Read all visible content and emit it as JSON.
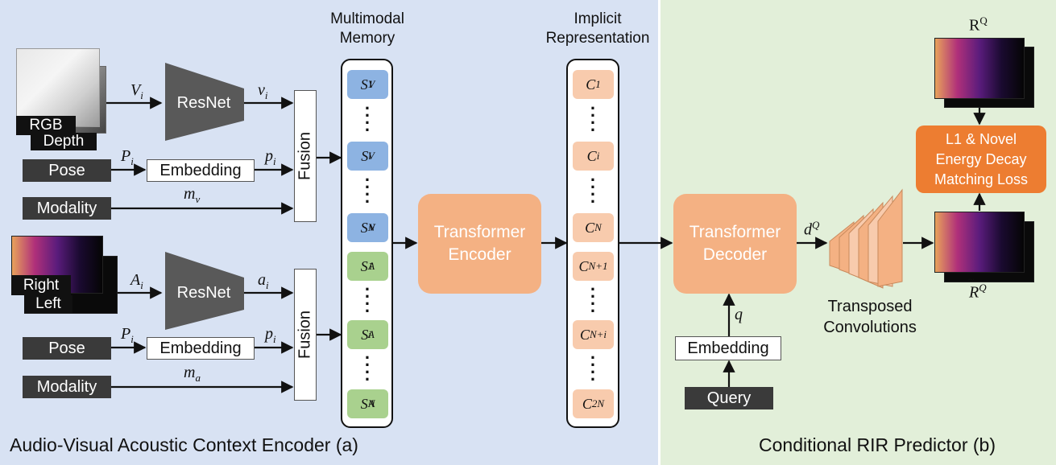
{
  "panels": {
    "left_title": "Audio-Visual Acoustic Context Encoder (a)",
    "right_title": "Conditional RIR Predictor (b)"
  },
  "visual_branch": {
    "rgb_tag": "RGB",
    "depth_tag": "Depth",
    "resnet": "ResNet",
    "pose": "Pose",
    "embedding": "Embedding",
    "modality": "Modality",
    "fusion": "Fusion",
    "input_sym": "V",
    "input_sub": "i",
    "feat_sym": "v",
    "feat_sub": "i",
    "pose_sym": "P",
    "pose_sub": "i",
    "pemb_sym": "p",
    "pemb_sub": "i",
    "mod_sym": "m",
    "mod_sub": "v"
  },
  "audio_branch": {
    "right_tag": "Right",
    "left_tag": "Left",
    "resnet": "ResNet",
    "pose": "Pose",
    "embedding": "Embedding",
    "modality": "Modality",
    "fusion": "Fusion",
    "input_sym": "A",
    "input_sub": "i",
    "feat_sym": "a",
    "feat_sub": "i",
    "pose_sym": "P",
    "pose_sub": "i",
    "pemb_sym": "p",
    "pemb_sub": "i",
    "mod_sym": "m",
    "mod_sub": "a"
  },
  "memory": {
    "heading_line1": "Multimodal",
    "heading_line2": "Memory",
    "tokens": [
      {
        "base": "S",
        "sub": "1",
        "sup": "V"
      },
      {
        "base": "S",
        "sub": "i",
        "sup": "V"
      },
      {
        "base": "S",
        "sub": "N",
        "sup": "V"
      },
      {
        "base": "S",
        "sub": "1",
        "sup": "A"
      },
      {
        "base": "S",
        "sub": "i",
        "sup": "A"
      },
      {
        "base": "S",
        "sub": "N",
        "sup": "A"
      }
    ]
  },
  "encoder": {
    "line1": "Transformer",
    "line2": "Encoder"
  },
  "implicit": {
    "heading_line1": "Implicit",
    "heading_line2": "Representation",
    "tokens": [
      {
        "base": "C",
        "sub": "1"
      },
      {
        "base": "C",
        "sub": "i"
      },
      {
        "base": "C",
        "sub": "N"
      },
      {
        "base": "C",
        "sub": "N+1"
      },
      {
        "base": "C",
        "sub": "N+i"
      },
      {
        "base": "C",
        "sub": "2N"
      }
    ]
  },
  "decoder": {
    "line1": "Transformer",
    "line2": "Decoder",
    "query": "Query",
    "embedding": "Embedding",
    "q_sym": "q",
    "d_sym": "d",
    "d_sup": "Q"
  },
  "predictor": {
    "transposed_line1": "Transposed",
    "transposed_line2": "Convolutions",
    "loss_line1": "L1 & Novel",
    "loss_line2": "Energy Decay",
    "loss_line3": "Matching Loss",
    "gt_sym": "R",
    "gt_sup": "Q",
    "pred_sym": "R",
    "pred_sup": "Q"
  },
  "colors": {
    "encoder_panel": "#d8e2f3",
    "predictor_panel": "#e2efd9",
    "visual_token": "#8db3e2",
    "audio_token": "#a9d18e",
    "implicit_token": "#f8cbad",
    "transformer_block": "#f4b183",
    "loss_block": "#ed7d31"
  }
}
